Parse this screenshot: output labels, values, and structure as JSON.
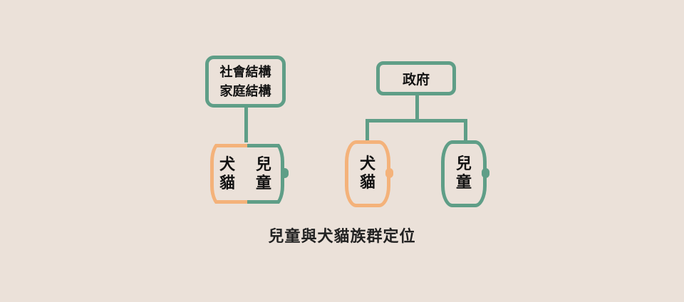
{
  "diagram": {
    "left_tree": {
      "root_lines": [
        "社會結構",
        "家庭結構"
      ],
      "node_left_chars": [
        "犬",
        "貓"
      ],
      "node_right_chars": [
        "兒",
        "童"
      ]
    },
    "right_tree": {
      "root_label": "政府",
      "child_pets_chars": [
        "犬",
        "貓"
      ],
      "child_children_chars": [
        "兒",
        "童"
      ]
    },
    "colors": {
      "background": "#ebe1d9",
      "green": "#5f9e87",
      "orange": "#f4b27a"
    }
  },
  "caption": "兒童與犬貓族群定位"
}
